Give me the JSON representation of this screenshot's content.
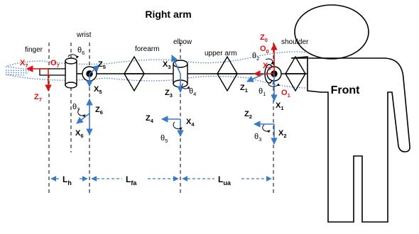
{
  "title": "Right arm",
  "front_label": "Front",
  "segment_labels": {
    "finger": "finger",
    "wrist": "wrist",
    "forearm": "forearm",
    "elbow": "elbow",
    "upper_arm": "upper arm",
    "shoulder": "shoulder"
  },
  "lengths": {
    "hand": {
      "main": "L",
      "sub": "h"
    },
    "forearm": {
      "main": "L",
      "sub": "fa"
    },
    "upper_arm": {
      "main": "L",
      "sub": "ua"
    }
  },
  "frames": [
    {
      "main": "O",
      "sub": "0"
    },
    {
      "main": "O",
      "sub": "1"
    },
    {
      "main": "O",
      "sub": "7"
    },
    {
      "main": "Z",
      "sub": "0"
    },
    {
      "main": "X",
      "sub": "0"
    },
    {
      "main": "Z",
      "sub": "1"
    },
    {
      "main": "X",
      "sub": "1"
    },
    {
      "main": "Z",
      "sub": "2"
    },
    {
      "main": "X",
      "sub": "2"
    },
    {
      "main": "Z",
      "sub": "3"
    },
    {
      "main": "X",
      "sub": "3"
    },
    {
      "main": "Z",
      "sub": "4"
    },
    {
      "main": "X",
      "sub": "4"
    },
    {
      "main": "Z",
      "sub": "5"
    },
    {
      "main": "X",
      "sub": "5"
    },
    {
      "main": "Z",
      "sub": "6"
    },
    {
      "main": "X",
      "sub": "6"
    },
    {
      "main": "Z",
      "sub": "7"
    },
    {
      "main": "X",
      "sub": "7"
    }
  ],
  "angles": [
    {
      "main": "θ",
      "sub": "1"
    },
    {
      "main": "θ",
      "sub": "2"
    },
    {
      "main": "θ",
      "sub": "3"
    },
    {
      "main": "θ",
      "sub": "4"
    },
    {
      "main": "θ",
      "sub": "5"
    },
    {
      "main": "θ",
      "sub": "6"
    },
    {
      "main": "θ",
      "sub": "7"
    }
  ],
  "colors": {
    "axis_red": "#dd1111",
    "axis_blue": "#3a78c8",
    "outline": "#000000",
    "dotted": "#4d7fc4"
  }
}
